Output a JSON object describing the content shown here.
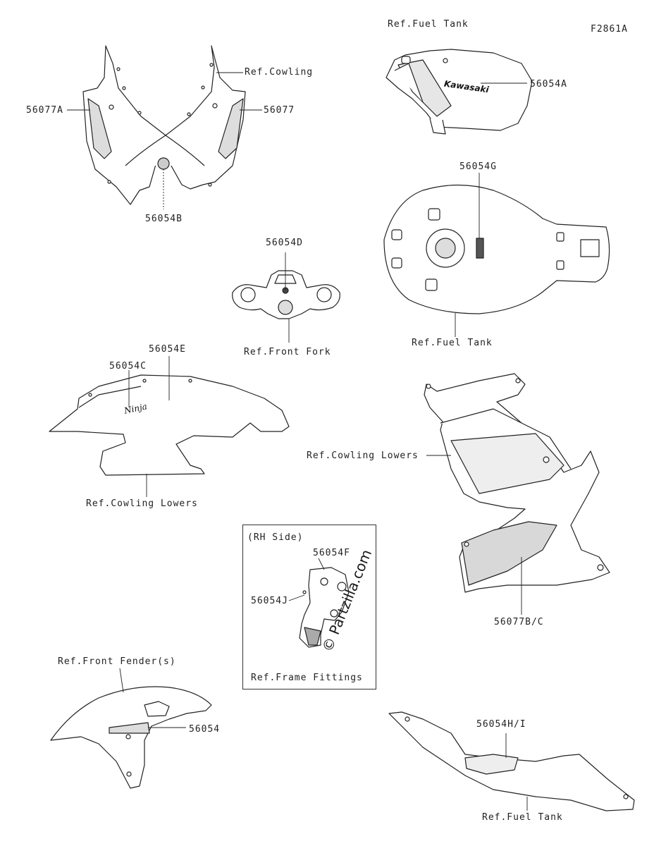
{
  "figure_id": "F2861A",
  "inset_title": "(RH Side)",
  "watermark": "© Partzilla.com",
  "labels": {
    "ref_fuel_tank_top": "Ref.Fuel Tank",
    "ref_cowling": "Ref.Cowling",
    "p56077A": "56077A",
    "p56077": "56077",
    "p56054B": "56054B",
    "p56054A": "56054A",
    "p56054G": "56054G",
    "p56054D": "56054D",
    "ref_front_fork": "Ref.Front Fork",
    "ref_fuel_tank_mid": "Ref.Fuel Tank",
    "p56054E": "56054E",
    "p56054C": "56054C",
    "ref_cowling_lowers_left": "Ref.Cowling Lowers",
    "ref_cowling_lowers_right": "Ref.Cowling Lowers",
    "p56054F": "56054F",
    "p56054J": "56054J",
    "ref_frame_fittings": "Ref.Frame Fittings",
    "p56077BC": "56077B/C",
    "ref_front_fender": "Ref.Front Fender(s)",
    "p56054": "56054",
    "p56054HI": "56054H/I",
    "ref_fuel_tank_bottom": "Ref.Fuel Tank"
  },
  "tank_badge": "Kawasaki",
  "fairing_badge": "Ninja",
  "colors": {
    "line": "#222222",
    "fill": "#ffffff",
    "shade": "#e6e6e6"
  }
}
